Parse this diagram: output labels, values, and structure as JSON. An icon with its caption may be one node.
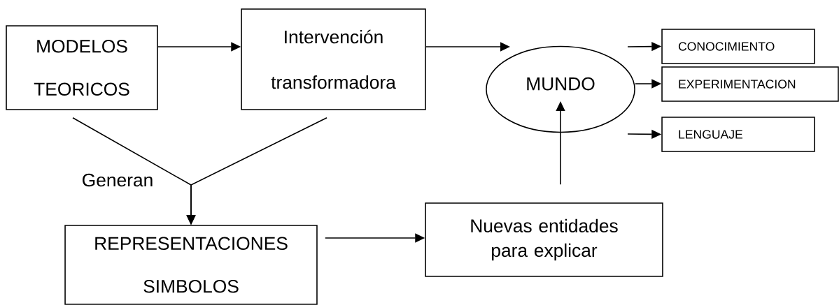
{
  "diagram": {
    "nodes": [
      {
        "text": [
          "MODELOS TEORICOS"
        ]
      },
      {
        "text": [
          "Intervención transformadora"
        ]
      },
      {
        "text": [
          "MUNDO"
        ]
      },
      {
        "text": [
          "CONOCIMIENTO"
        ]
      },
      {
        "text": [
          "EXPERIMENTACION"
        ]
      },
      {
        "text": [
          "LENGUAJE"
        ]
      },
      {
        "text": [
          "REPRESENTACIONES SIMBOLOS"
        ]
      },
      {
        "text": [
          "Nuevas entidades para explicar"
        ]
      }
    ],
    "edges": [
      {
        "from": 0,
        "to": 1,
        "arrow": "to"
      },
      {
        "from": 1,
        "to": 2,
        "arrow": "to"
      },
      {
        "from": 0,
        "to": 6,
        "arrow": "to"
      },
      {
        "from": 1,
        "to": 6,
        "arrow": "to"
      },
      {
        "from": 6,
        "to": 7,
        "arrow": "to"
      },
      {
        "from": 7,
        "to": 2,
        "arrow": "to"
      },
      {
        "from": null,
        "to": 3,
        "arrow": "to"
      },
      {
        "from": 2,
        "to": 4,
        "arrow": "to"
      },
      {
        "from": null,
        "to": 5,
        "arrow": "to"
      }
    ],
    "labels": [
      "Generan"
    ]
  }
}
